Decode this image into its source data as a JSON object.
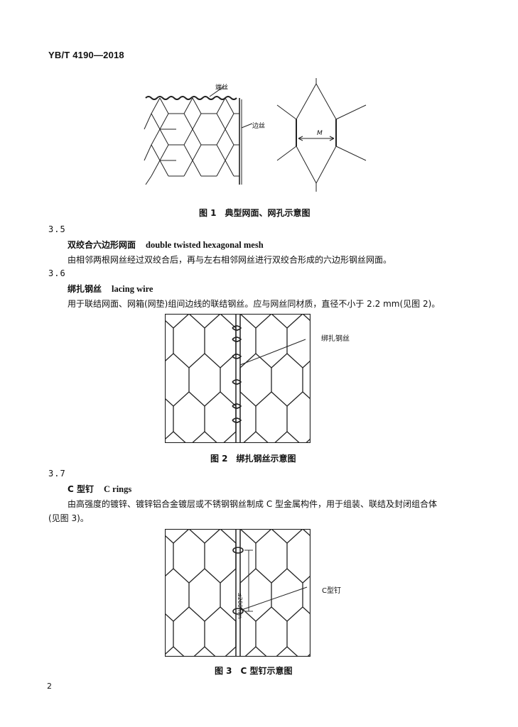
{
  "header": {
    "standard_code": "YB/T 4190—2018"
  },
  "figure1": {
    "caption": "图 1　典型网面、网孔示意图",
    "label_end_wire": "端丝",
    "label_edge_wire": "边丝",
    "label_M": "M"
  },
  "section_3_5": {
    "number": "3.5",
    "term_zh": "双绞合六边形网面",
    "term_en": "double twisted hexagonal mesh",
    "definition": "由相邻两根网丝经过双绞合后，再与左右相邻网丝进行双绞合形成的六边形钢丝网面。"
  },
  "section_3_6": {
    "number": "3.6",
    "term_zh": "绑扎钢丝",
    "term_en": "lacing wire",
    "definition": "用于联结网面、网箱(网垫)组间边线的联结钢丝。应与网丝同材质，直径不小于 2.2 mm(见图 2)。"
  },
  "figure2": {
    "caption": "图 2　绑扎钢丝示意图",
    "label_lacing_wire": "绑扎钢丝"
  },
  "section_3_7": {
    "number": "3.7",
    "term_zh": "C 型钉",
    "term_en": "C rings",
    "definition_line1": "由高强度的镀锌、镀锌铝合金镀层或不锈钢钢丝制成 C 型金属构件，用于组装、联结及封闭组合体",
    "definition_line2": "(见图 3)。"
  },
  "figure3": {
    "caption": "图 3　C 型钉示意图",
    "label_c_ring": "C型钉",
    "label_spacing": "≤200mm"
  },
  "footer": {
    "page_number": "2"
  }
}
